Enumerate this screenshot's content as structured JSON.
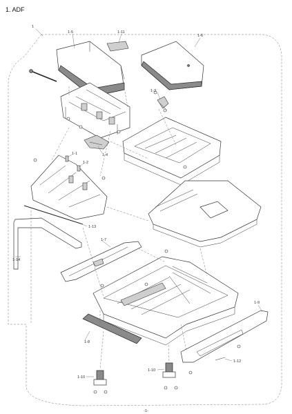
{
  "section_title": "1. ADF",
  "page_number": "-1-",
  "parts": {
    "p1": "1",
    "p1_1": "1-1",
    "p1_2": "1-2",
    "p1_3": "1-3",
    "p1_4": "1-4",
    "p1_5": "1-5",
    "p1_6": "1-6",
    "p1_7": "1-7",
    "p1_8": "1-8",
    "p1_9": "1-9",
    "p1_10a": "1-10",
    "p1_10b": "1-10",
    "p1_11": "1-11",
    "p1_12": "1-12",
    "p1_13": "1-13",
    "p1_14": "1-14"
  }
}
